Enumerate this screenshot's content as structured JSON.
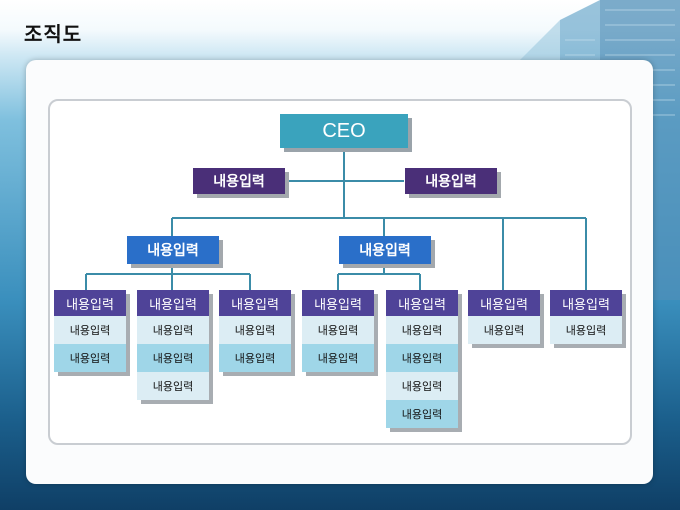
{
  "page": {
    "title": "조직도"
  },
  "chart": {
    "ceo": "CEO",
    "top_left": "내용입력",
    "top_right": "내용입력",
    "division_left": "내용입력",
    "division_right": "내용입력",
    "departments": [
      {
        "head": "내용입력",
        "items": [
          "내용입력",
          "내용입력"
        ]
      },
      {
        "head": "내용입력",
        "items": [
          "내용입력",
          "내용입력",
          "내용입력"
        ]
      },
      {
        "head": "내용입력",
        "items": [
          "내용입력",
          "내용입력"
        ]
      },
      {
        "head": "내용입력",
        "items": [
          "내용입력",
          "내용입력"
        ]
      },
      {
        "head": "내용입력",
        "items": [
          "내용입력",
          "내용입력",
          "내용입력",
          "내용입력"
        ]
      },
      {
        "head": "내용입력",
        "items": [
          "내용입력"
        ]
      },
      {
        "head": "내용입력",
        "items": [
          "내용입력"
        ]
      }
    ]
  },
  "colors": {
    "ceo": "#3aa3bd",
    "staff": "#4a2f78",
    "division": "#2a6fc9",
    "dept_head": "#4f4398",
    "line": "#3b8ca8"
  }
}
